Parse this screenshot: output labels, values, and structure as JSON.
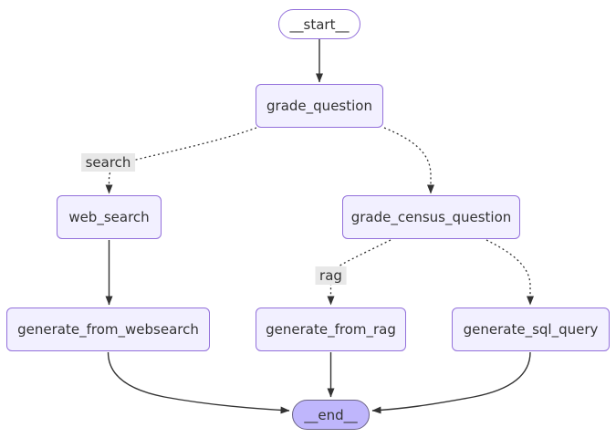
{
  "diagram": {
    "type": "flowchart",
    "direction": "top-down",
    "nodes": [
      {
        "id": "__start__",
        "label": "__start__",
        "shape": "stadium"
      },
      {
        "id": "grade_question",
        "label": "grade_question",
        "shape": "rect"
      },
      {
        "id": "web_search",
        "label": "web_search",
        "shape": "rect"
      },
      {
        "id": "grade_census_question",
        "label": "grade_census_question",
        "shape": "rect"
      },
      {
        "id": "generate_from_websearch",
        "label": "generate_from_websearch",
        "shape": "rect"
      },
      {
        "id": "generate_from_rag",
        "label": "generate_from_rag",
        "shape": "rect"
      },
      {
        "id": "generate_sql_query",
        "label": "generate_sql_query",
        "shape": "rect"
      },
      {
        "id": "__end__",
        "label": "__end__",
        "shape": "stadium"
      }
    ],
    "edges": [
      {
        "from": "__start__",
        "to": "grade_question",
        "style": "solid",
        "label": ""
      },
      {
        "from": "grade_question",
        "to": "web_search",
        "style": "dotted",
        "label": "search"
      },
      {
        "from": "grade_question",
        "to": "grade_census_question",
        "style": "dotted",
        "label": ""
      },
      {
        "from": "web_search",
        "to": "generate_from_websearch",
        "style": "solid",
        "label": ""
      },
      {
        "from": "grade_census_question",
        "to": "generate_from_rag",
        "style": "dotted",
        "label": "rag"
      },
      {
        "from": "grade_census_question",
        "to": "generate_sql_query",
        "style": "dotted",
        "label": ""
      },
      {
        "from": "generate_from_websearch",
        "to": "__end__",
        "style": "solid",
        "label": ""
      },
      {
        "from": "generate_from_rag",
        "to": "__end__",
        "style": "solid",
        "label": ""
      },
      {
        "from": "generate_sql_query",
        "to": "__end__",
        "style": "solid",
        "label": ""
      }
    ],
    "colors": {
      "node_fill": "#f2f0ff",
      "node_border": "#9370DB",
      "start_fill": "#ffffff",
      "end_fill": "#bfb6fc",
      "edge_stroke": "#333333",
      "edge_label_bg": "#e8e8e8",
      "text": "#333333",
      "background": "#ffffff"
    }
  }
}
